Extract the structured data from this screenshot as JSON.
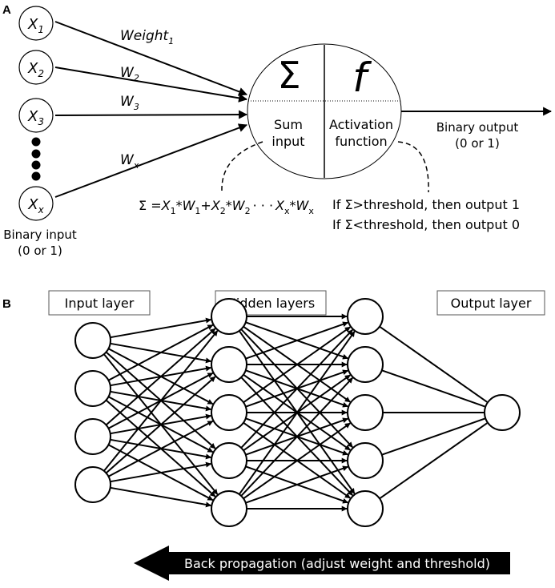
{
  "panel_a": {
    "label": "A",
    "inputs": [
      {
        "sym": "X",
        "sub": "1"
      },
      {
        "sym": "X",
        "sub": "2"
      },
      {
        "sym": "X",
        "sub": "3"
      },
      {
        "sym": "X",
        "sub": "x"
      }
    ],
    "weights": [
      {
        "sym": "Weight",
        "sub": "1"
      },
      {
        "sym": "W",
        "sub": "2"
      },
      {
        "sym": "W",
        "sub": "3"
      },
      {
        "sym": "W",
        "sub": "x"
      }
    ],
    "binary_input_line1": "Binary input",
    "binary_input_line2": "(0 or 1)",
    "sum_symbol": "Σ",
    "func_symbol": "f",
    "sum_label_line1": "Sum",
    "sum_label_line2": "input",
    "act_label_line1": "Activation",
    "act_label_line2": "function",
    "output_line1": "Binary output",
    "output_line2": "(0 or 1)",
    "formula": {
      "prefix": "Σ =",
      "x1": "X",
      "x1_sub": "1",
      "mul1": "*",
      "w1": "W",
      "w1_sub": "1",
      "plus": "+",
      "x2": "X",
      "x2_sub": "2",
      "mul2": "*",
      "w2": "W",
      "w2_sub": "2",
      "dots": "· · ·",
      "xx": "X",
      "xx_sub": "x",
      "mul3": "*",
      "wx": "W",
      "wx_sub": "x"
    },
    "rule_line1": "If Σ>threshold, then output 1",
    "rule_line2": "If Σ<threshold, then output 0"
  },
  "panel_b": {
    "label": "B",
    "input_layer": "Input layer",
    "hidden_layers": "Hidden layers",
    "output_layer": "Output layer",
    "layers": [
      4,
      5,
      5,
      1
    ],
    "backprop": "Back propagation (adjust weight and threshold)"
  }
}
